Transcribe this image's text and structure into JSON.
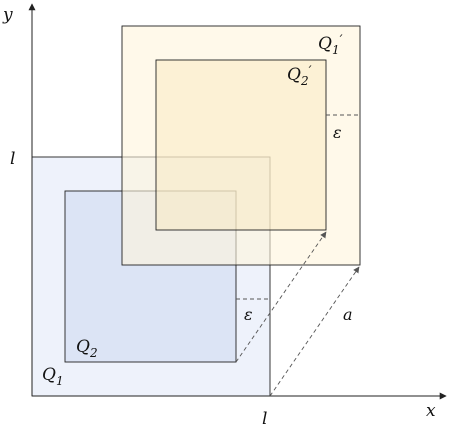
{
  "labels": {
    "y_axis": "y",
    "x_axis": "x",
    "l_left": "l",
    "l_bottom": "l",
    "Q1_base": "Q",
    "Q1_sub": "1",
    "Q2_base": "Q",
    "Q2_sub": "2",
    "Q1p_base": "Q",
    "Q1p_sub": "1",
    "Q1p_prime": "′",
    "Q2p_base": "Q",
    "Q2p_sub": "2",
    "Q2p_prime": "′",
    "eps_lower": "ε",
    "eps_upper": "ε",
    "vec_a": "a"
  },
  "colors": {
    "outer_blue": "#eef2fb",
    "inner_blue": "#dce4f5",
    "outer_yellow": "#fffaee",
    "inner_yellow": "#fcf1dc",
    "stroke": "#222222",
    "dash": "#555555"
  }
}
